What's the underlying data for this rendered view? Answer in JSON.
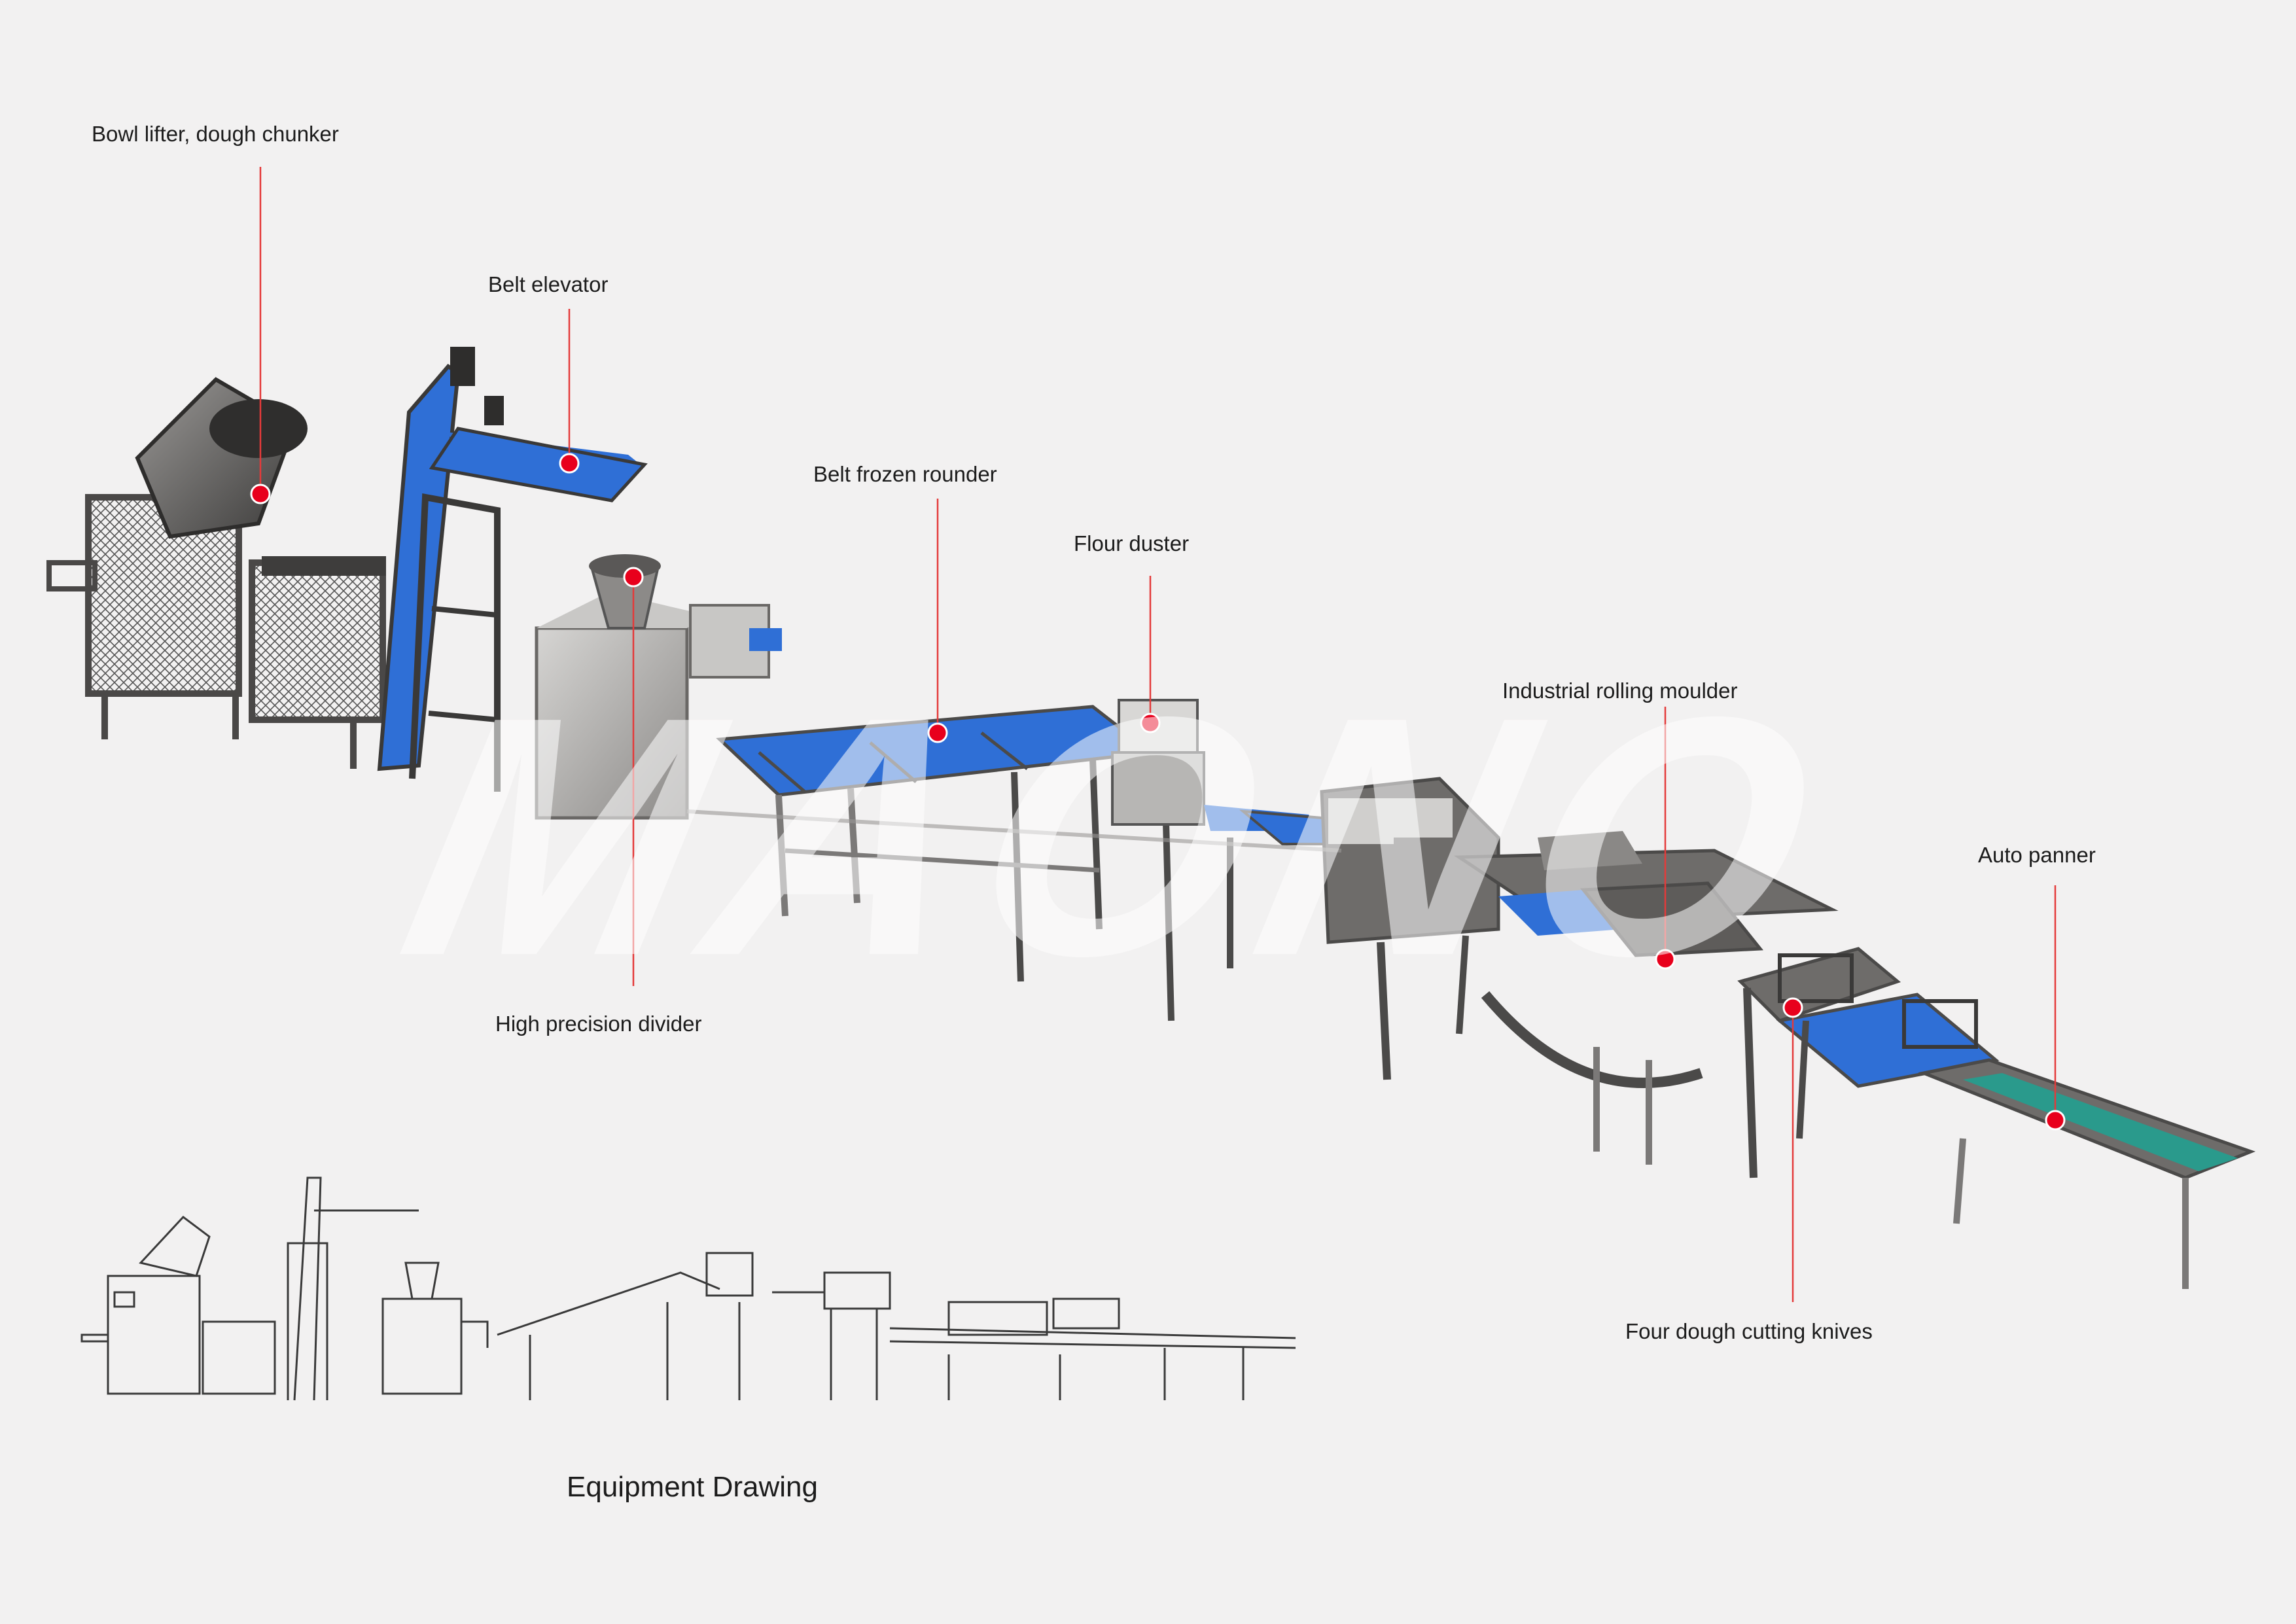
{
  "watermark": "MAONO",
  "caption": "Equipment Drawing",
  "callouts": [
    {
      "id": "bowl-lifter",
      "label": "Bowl lifter, dough chunker"
    },
    {
      "id": "belt-elevator",
      "label": "Belt elevator"
    },
    {
      "id": "belt-frozen-rounder",
      "label": "Belt frozen rounder"
    },
    {
      "id": "flour-duster",
      "label": "Flour duster"
    },
    {
      "id": "high-precision-divider",
      "label": "High precision divider"
    },
    {
      "id": "industrial-rolling-moulder",
      "label": "Industrial rolling moulder"
    },
    {
      "id": "auto-panner",
      "label": "Auto panner"
    },
    {
      "id": "four-dough-cutting-knives",
      "label": "Four dough cutting knives"
    }
  ],
  "colors": {
    "background": "#f2f1f1",
    "belt_blue": "#2f6fd6",
    "frame_gray": "#6e6c6a",
    "steel_light": "#b9b8b6",
    "leader_red": "#e43a3a",
    "marker_red": "#e8001c",
    "drawing_line": "#3a3a3a"
  }
}
